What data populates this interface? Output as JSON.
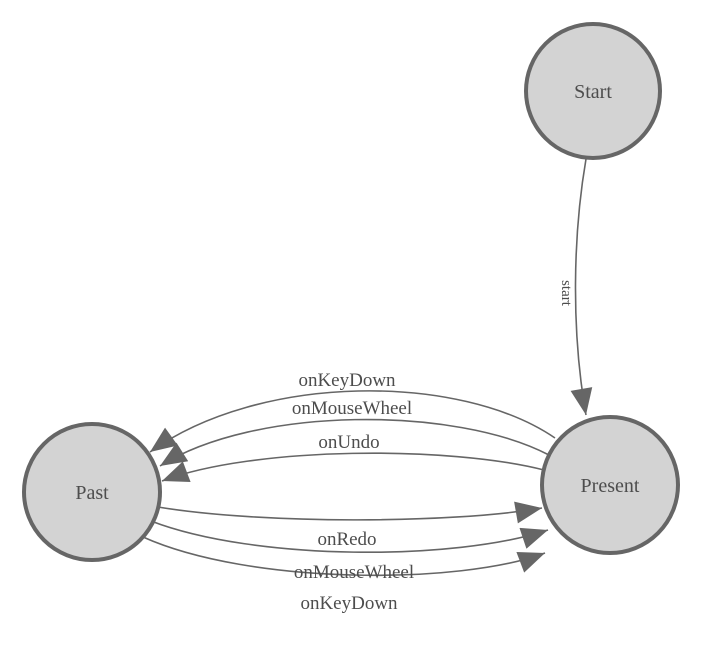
{
  "diagram": {
    "type": "state-machine",
    "colors": {
      "background": "#ffffff",
      "node_fill": "#d3d3d3",
      "node_stroke": "#666666",
      "edge_stroke": "#666666",
      "arrow_fill": "#666666",
      "label_color": "#4d4d4d"
    },
    "nodes": [
      {
        "id": "start",
        "label": "Start"
      },
      {
        "id": "present",
        "label": "Present"
      },
      {
        "id": "past",
        "label": "Past"
      }
    ],
    "edges": [
      {
        "from": "Start",
        "to": "Present",
        "label": "start"
      },
      {
        "from": "Present",
        "to": "Past",
        "label": "onKeyDown"
      },
      {
        "from": "Present",
        "to": "Past",
        "label": "onMouseWheel"
      },
      {
        "from": "Present",
        "to": "Past",
        "label": "onUndo"
      },
      {
        "from": "Past",
        "to": "Present",
        "label": "onRedo"
      },
      {
        "from": "Past",
        "to": "Present",
        "label": "onMouseWheel"
      },
      {
        "from": "Past",
        "to": "Present",
        "label": "onKeyDown"
      }
    ]
  }
}
